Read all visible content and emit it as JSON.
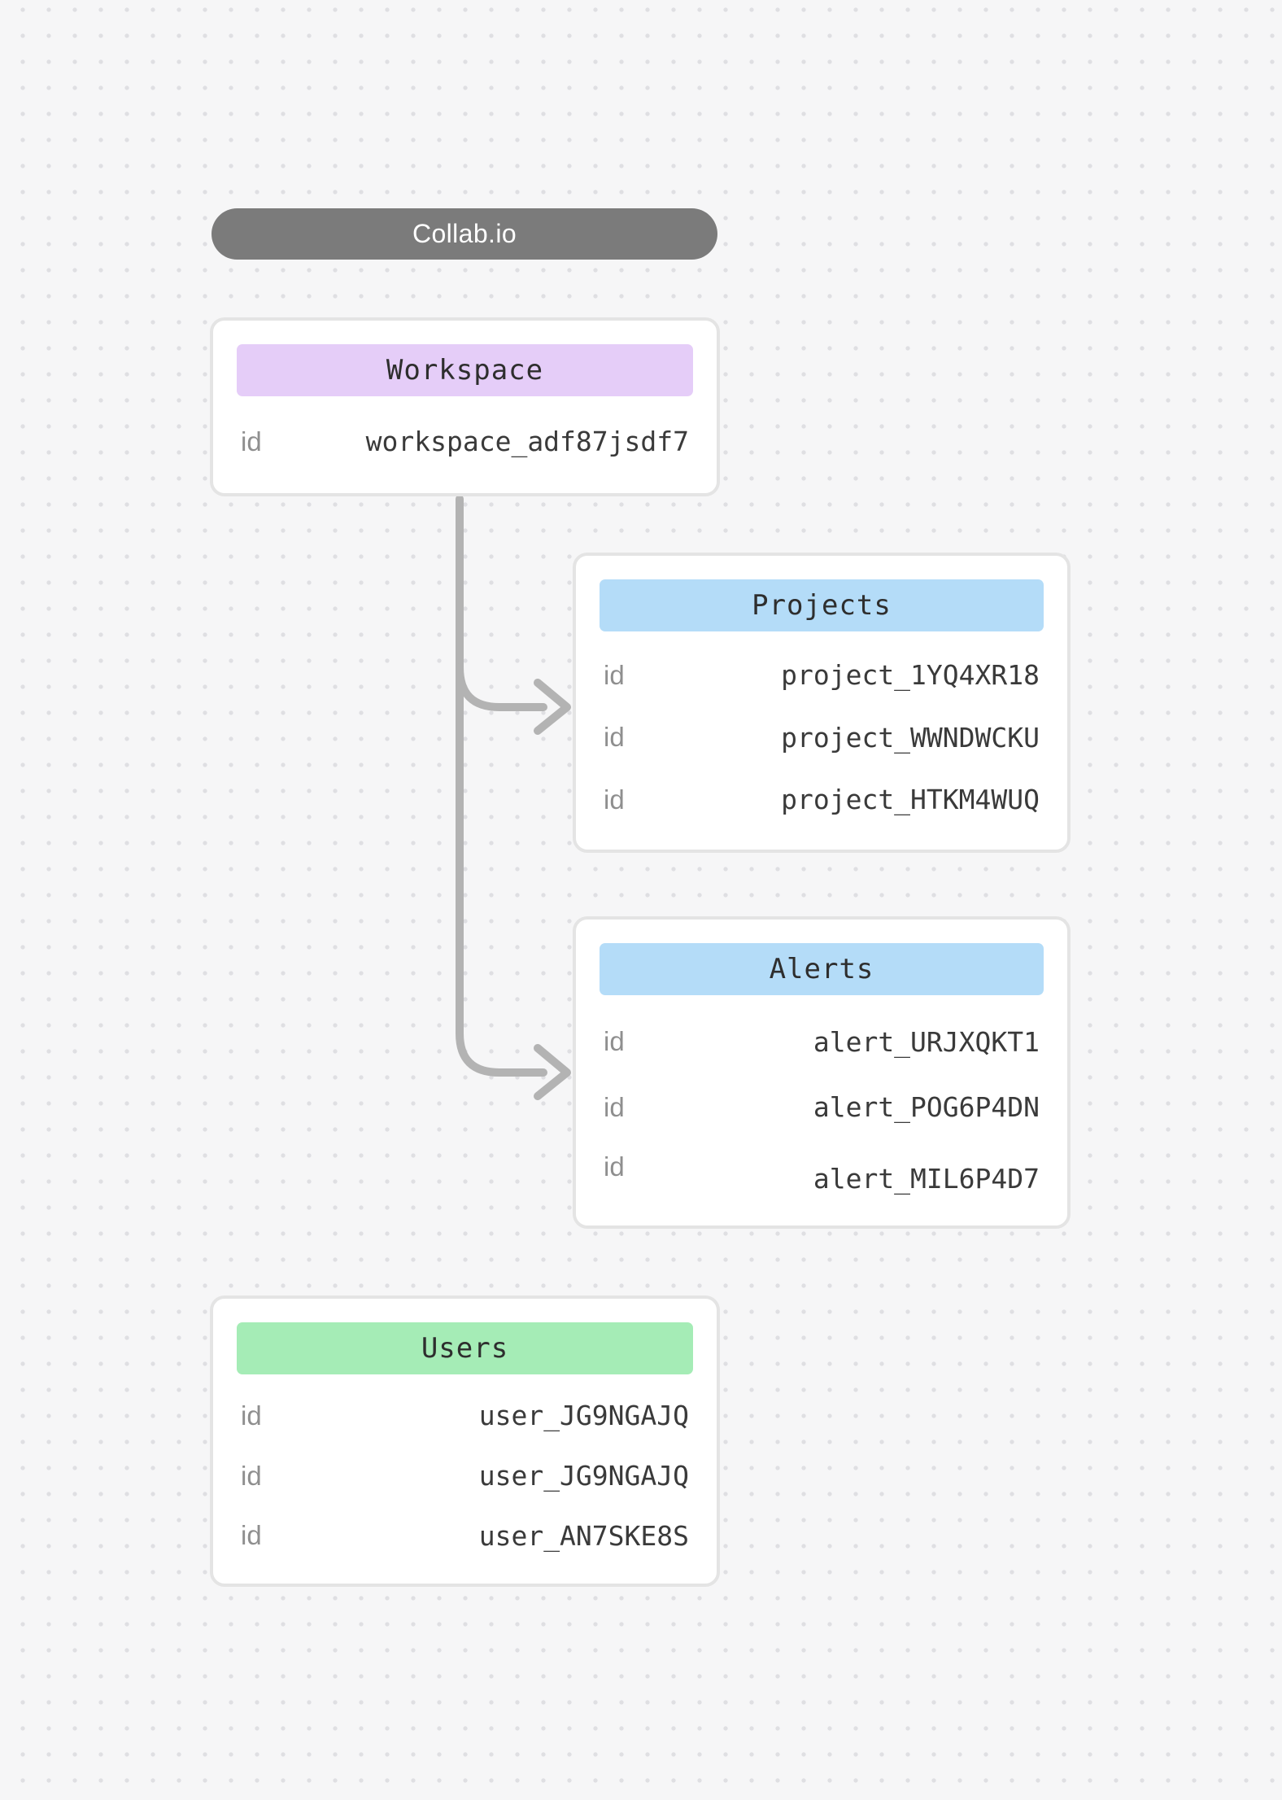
{
  "app": {
    "title": "Collab.io",
    "pill_color": "#7b7b7b",
    "pill_text_color": "#ffffff"
  },
  "canvas": {
    "background": "#f6f6f7",
    "dot_color": "#dfdfe2",
    "card_border_color": "#e4e4e4",
    "connector_color": "#b3b3b3"
  },
  "entities": [
    {
      "key": "workspace",
      "title": "Workspace",
      "header_color": "#e5cdf8",
      "rows": [
        {
          "label": "id",
          "value": "workspace_adf87jsdf7"
        }
      ]
    },
    {
      "key": "projects",
      "title": "Projects",
      "header_color": "#b4dcf8",
      "rows": [
        {
          "label": "id",
          "value": "project_1YQ4XR18"
        },
        {
          "label": "id",
          "value": "project_WWNDWCKU"
        },
        {
          "label": "id",
          "value": "project_HTKM4WUQ"
        }
      ]
    },
    {
      "key": "alerts",
      "title": "Alerts",
      "header_color": "#b4dcf8",
      "rows": [
        {
          "label": "id",
          "value": "alert_URJXQKT1"
        },
        {
          "label": "id",
          "value": "alert_POG6P4DN"
        },
        {
          "label": "id",
          "value": "alert_MIL6P4D7"
        }
      ]
    },
    {
      "key": "users",
      "title": "Users",
      "header_color": "#a5ecb6",
      "rows": [
        {
          "label": "id",
          "value": "user_JG9NGAJQ"
        },
        {
          "label": "id",
          "value": "user_JG9NGAJQ"
        },
        {
          "label": "id",
          "value": "user_AN7SKE8S"
        }
      ]
    }
  ],
  "connections": [
    {
      "from": "Workspace",
      "to": "Projects"
    },
    {
      "from": "Workspace",
      "to": "Alerts"
    }
  ]
}
